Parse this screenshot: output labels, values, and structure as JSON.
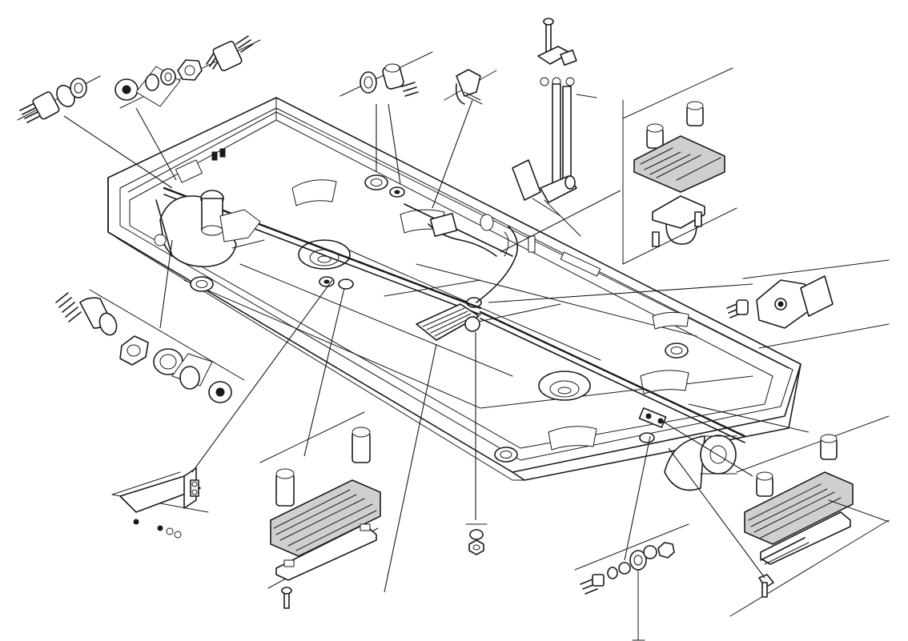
{
  "drawing": {
    "kind": "exploded-view-illustration",
    "colors": {
      "ink": "#1a1a1a",
      "paper": "#ffffff",
      "shade": "#cfcfcf"
    },
    "parts": [
      {
        "id": "base-pan",
        "icon": "sheet-metal-pan"
      },
      {
        "id": "motor-housing",
        "icon": "motor"
      },
      {
        "id": "drive-shaft",
        "icon": "shaft"
      },
      {
        "id": "wiring-harness",
        "icon": "cable"
      },
      {
        "id": "pedal-linkage",
        "icon": "lever"
      },
      {
        "id": "bearing-block-left",
        "icon": "wooden-bearing-block"
      },
      {
        "id": "bearing-block-right",
        "icon": "wooden-bearing-block"
      },
      {
        "id": "bearing-block-upper",
        "icon": "wooden-bearing-block"
      },
      {
        "id": "shaft-clamp",
        "icon": "clamp"
      },
      {
        "id": "pulley-right",
        "icon": "pulley"
      },
      {
        "id": "fitting-upper-left",
        "icon": "threaded-fitting"
      },
      {
        "id": "fitting-lower-left",
        "icon": "threaded-fitting"
      },
      {
        "id": "fitting-top-center",
        "icon": "threaded-fitting"
      },
      {
        "id": "hardware-nuts-bolts",
        "icon": "nut-bolt"
      }
    ]
  }
}
